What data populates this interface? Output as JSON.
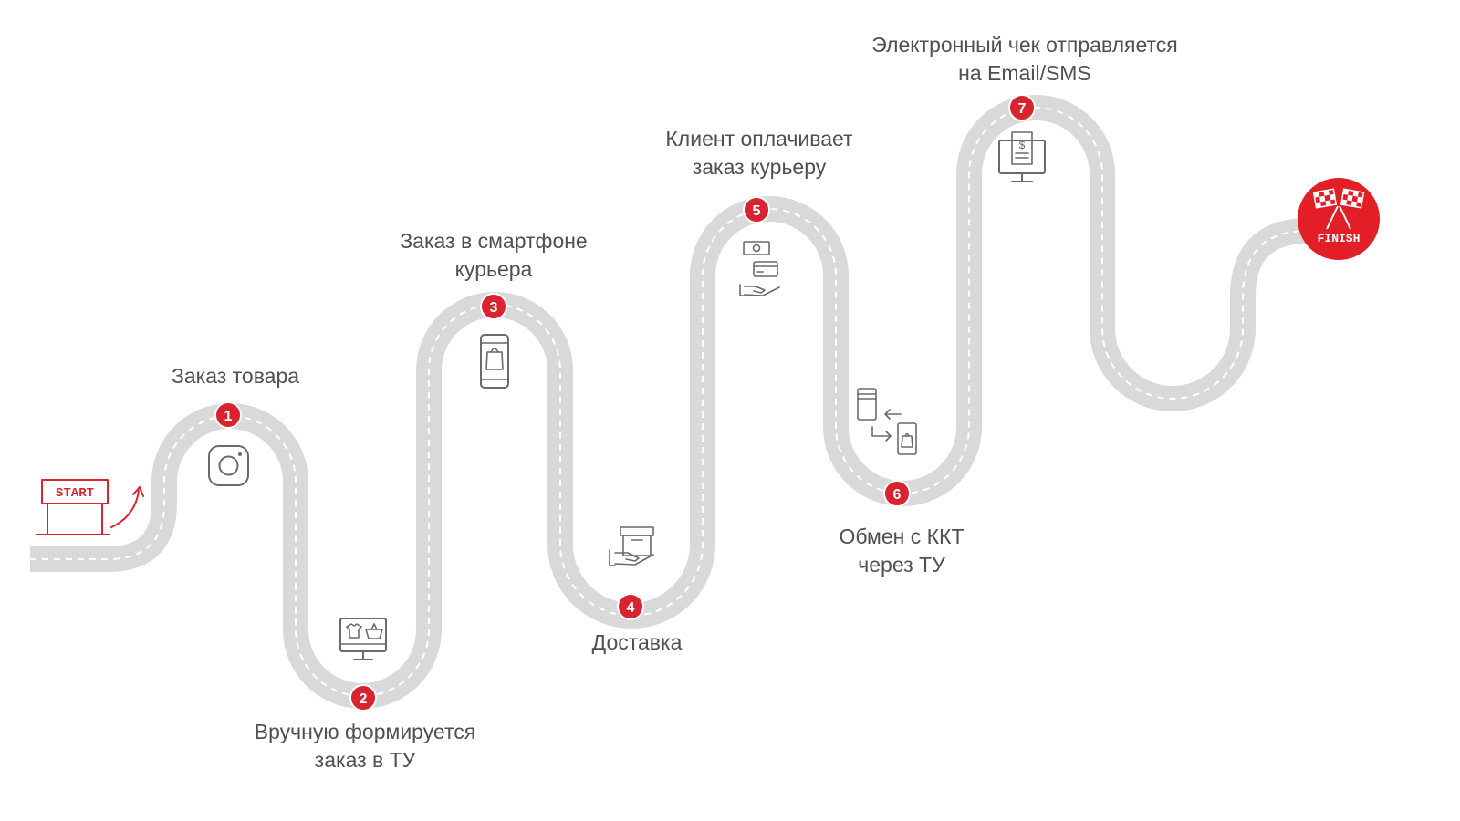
{
  "diagram": {
    "start_label": "START",
    "finish_label": "FINISH",
    "accent_color": "#d9232e",
    "road_color": "#d9d9d9",
    "steps": [
      {
        "number": "1",
        "lines": [
          "Заказ товара"
        ],
        "icon": "instagram-icon"
      },
      {
        "number": "2",
        "lines": [
          "Вручную формируется",
          "заказ в ТУ"
        ],
        "icon": "monitor-shop-icon"
      },
      {
        "number": "3",
        "lines": [
          "Заказ в смартфоне",
          "курьера"
        ],
        "icon": "smartphone-bag-icon"
      },
      {
        "number": "4",
        "lines": [
          "Доставка"
        ],
        "icon": "hand-box-icon"
      },
      {
        "number": "5",
        "lines": [
          "Клиент оплачивает",
          "заказ курьеру"
        ],
        "icon": "payment-icon"
      },
      {
        "number": "6",
        "lines": [
          "Обмен с ККТ",
          "через ТУ"
        ],
        "icon": "exchange-devices-icon"
      },
      {
        "number": "7",
        "lines": [
          "Электронный чек отправляется",
          "на Email/SMS"
        ],
        "icon": "monitor-receipt-icon"
      }
    ]
  }
}
